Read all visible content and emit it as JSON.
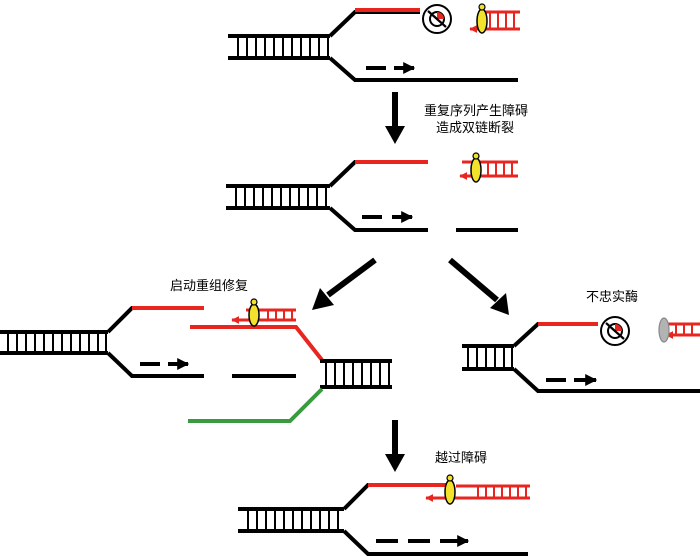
{
  "labels": {
    "repeat_barrier_line1": "重复序列产生障碍",
    "repeat_barrier_line2": "造成双链断裂",
    "start_recombination": "启动重组修复",
    "low_fidelity_enzyme": "不忠实酶",
    "bypass_barrier": "越过障碍"
  },
  "colors": {
    "template_strand": "#000000",
    "leading_strand": "#e8251f",
    "recombination_strand": "#3a9a3f",
    "polymerase_clamp": "#f3e22b",
    "low_fidelity_clamp": "#b3b3b3"
  },
  "icons": {
    "barrier": "no-entry-circle-icon",
    "arrow": "down-arrow-icon"
  }
}
